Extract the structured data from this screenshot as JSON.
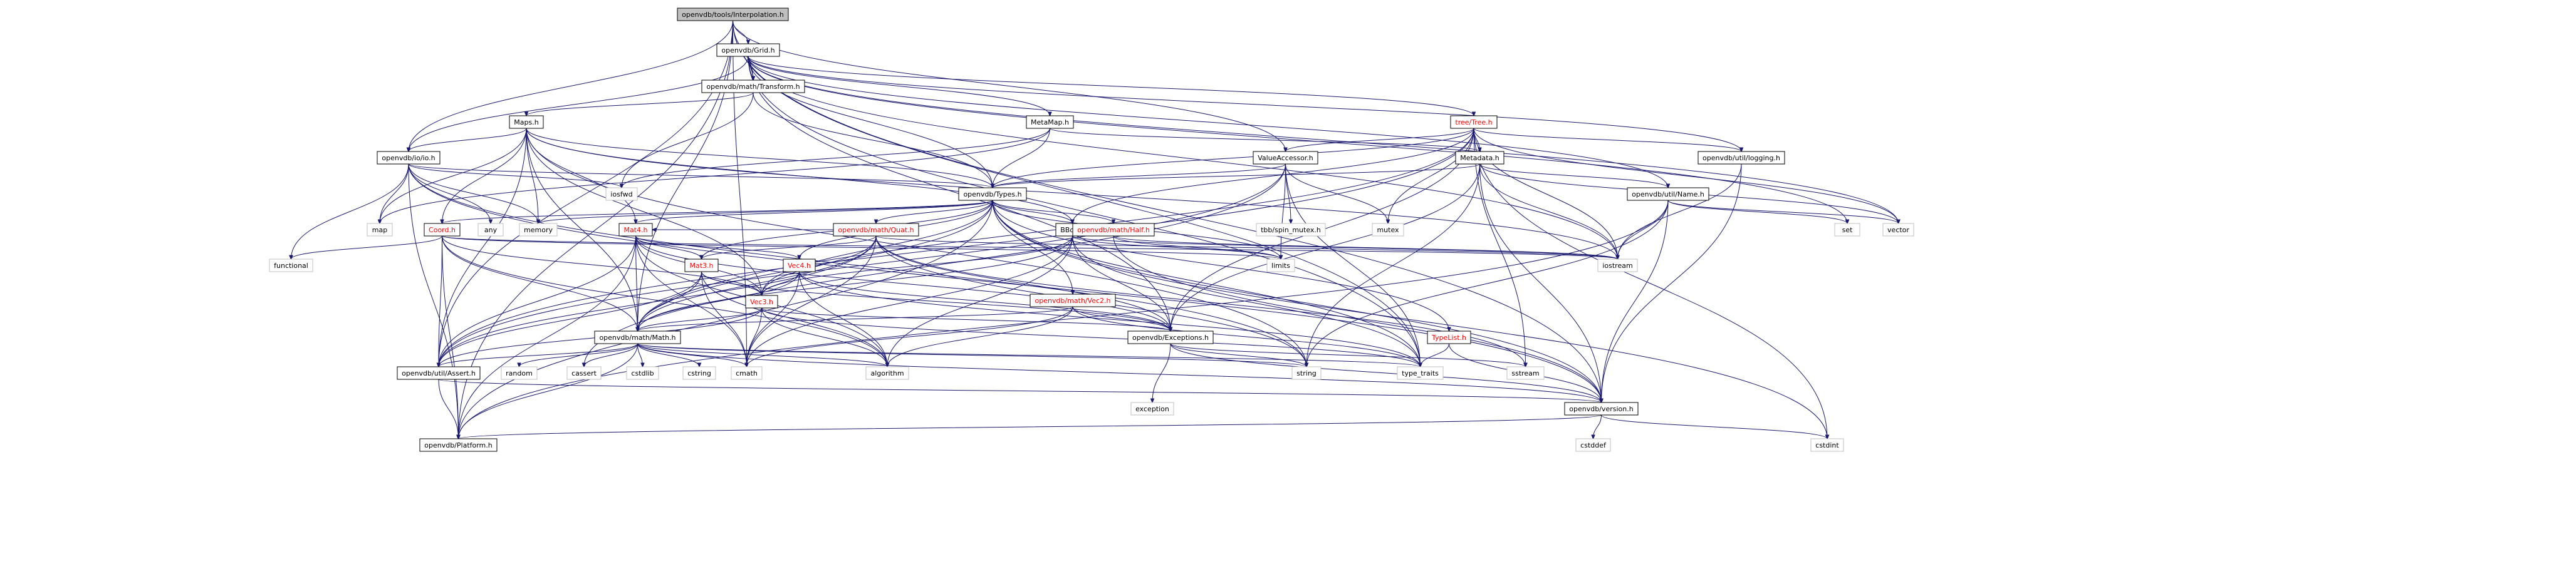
{
  "graph": {
    "nodes": [
      {
        "id": "interp",
        "label": "openvdb/tools/Interpolation.h",
        "style": "highlight"
      },
      {
        "id": "grid",
        "label": "openvdb/Grid.h",
        "style": "normal"
      },
      {
        "id": "transform",
        "label": "openvdb/math/Transform.h",
        "style": "normal"
      },
      {
        "id": "maps",
        "label": "Maps.h",
        "style": "normal"
      },
      {
        "id": "metamap",
        "label": "MetaMap.h",
        "style": "normal"
      },
      {
        "id": "tree",
        "label": "tree/Tree.h",
        "style": "red"
      },
      {
        "id": "valueacc",
        "label": "ValueAccessor.h",
        "style": "normal"
      },
      {
        "id": "metadata",
        "label": "Metadata.h",
        "style": "normal"
      },
      {
        "id": "logging",
        "label": "openvdb/util/logging.h",
        "style": "normal"
      },
      {
        "id": "io",
        "label": "openvdb/io/io.h",
        "style": "normal"
      },
      {
        "id": "types",
        "label": "openvdb/Types.h",
        "style": "normal"
      },
      {
        "id": "name",
        "label": "openvdb/util/Name.h",
        "style": "normal"
      },
      {
        "id": "coord",
        "label": "Coord.h",
        "style": "red"
      },
      {
        "id": "mat4",
        "label": "Mat4.h",
        "style": "red"
      },
      {
        "id": "bbox",
        "label": "BBox.h",
        "style": "normal"
      },
      {
        "id": "quat",
        "label": "openvdb/math/Quat.h",
        "style": "red"
      },
      {
        "id": "half",
        "label": "openvdb/math/Half.h",
        "style": "red"
      },
      {
        "id": "mat3",
        "label": "Mat3.h",
        "style": "red"
      },
      {
        "id": "vec4",
        "label": "Vec4.h",
        "style": "red"
      },
      {
        "id": "vec2",
        "label": "openvdb/math/Vec2.h",
        "style": "red"
      },
      {
        "id": "vec3",
        "label": "Vec3.h",
        "style": "red"
      },
      {
        "id": "math",
        "label": "openvdb/math/Math.h",
        "style": "normal"
      },
      {
        "id": "exceptions",
        "label": "openvdb/Exceptions.h",
        "style": "normal"
      },
      {
        "id": "typelist",
        "label": "TypeList.h",
        "style": "red"
      },
      {
        "id": "assert",
        "label": "openvdb/util/Assert.h",
        "style": "normal"
      },
      {
        "id": "version",
        "label": "openvdb/version.h",
        "style": "normal"
      },
      {
        "id": "platform",
        "label": "openvdb/Platform.h",
        "style": "normal"
      },
      {
        "id": "map",
        "label": "map",
        "style": "system"
      },
      {
        "id": "any",
        "label": "any",
        "style": "system"
      },
      {
        "id": "iosfwd",
        "label": "iosfwd",
        "style": "system"
      },
      {
        "id": "memory",
        "label": "memory",
        "style": "system"
      },
      {
        "id": "functional",
        "label": "functional",
        "style": "system"
      },
      {
        "id": "tbbspin",
        "label": "tbb/spin_mutex.h",
        "style": "system"
      },
      {
        "id": "mutex",
        "label": "mutex",
        "style": "system"
      },
      {
        "id": "set",
        "label": "set",
        "style": "system"
      },
      {
        "id": "vector",
        "label": "vector",
        "style": "system"
      },
      {
        "id": "iostream",
        "label": "iostream",
        "style": "system"
      },
      {
        "id": "limits",
        "label": "limits",
        "style": "system"
      },
      {
        "id": "algorithm",
        "label": "algorithm",
        "style": "system"
      },
      {
        "id": "cmath",
        "label": "cmath",
        "style": "system"
      },
      {
        "id": "string",
        "label": "string",
        "style": "system"
      },
      {
        "id": "typetraits",
        "label": "type_traits",
        "style": "system"
      },
      {
        "id": "sstream",
        "label": "sstream",
        "style": "system"
      },
      {
        "id": "random",
        "label": "random",
        "style": "system"
      },
      {
        "id": "cassert",
        "label": "cassert",
        "style": "system"
      },
      {
        "id": "cstdlib",
        "label": "cstdlib",
        "style": "system"
      },
      {
        "id": "cstring",
        "label": "cstring",
        "style": "system"
      },
      {
        "id": "exception",
        "label": "exception",
        "style": "system"
      },
      {
        "id": "cstddef",
        "label": "cstddef",
        "style": "system"
      },
      {
        "id": "cstdint",
        "label": "cstdint",
        "style": "system"
      }
    ],
    "edges": [
      [
        "interp",
        "grid"
      ],
      [
        "interp",
        "transform"
      ],
      [
        "interp",
        "valueacc"
      ],
      [
        "interp",
        "math"
      ],
      [
        "interp",
        "assert"
      ],
      [
        "interp",
        "platform"
      ],
      [
        "interp",
        "version"
      ],
      [
        "interp",
        "cmath"
      ],
      [
        "interp",
        "typetraits"
      ],
      [
        "interp",
        "io"
      ],
      [
        "grid",
        "transform"
      ],
      [
        "grid",
        "metamap"
      ],
      [
        "grid",
        "tree"
      ],
      [
        "grid",
        "exceptions"
      ],
      [
        "grid",
        "types"
      ],
      [
        "grid",
        "logging"
      ],
      [
        "grid",
        "name"
      ],
      [
        "grid",
        "iostream"
      ],
      [
        "grid",
        "set"
      ],
      [
        "grid",
        "vector"
      ],
      [
        "grid",
        "typetraits"
      ],
      [
        "grid",
        "io"
      ],
      [
        "transform",
        "maps"
      ],
      [
        "transform",
        "types"
      ],
      [
        "transform",
        "iosfwd"
      ],
      [
        "maps",
        "math"
      ],
      [
        "maps",
        "mat4"
      ],
      [
        "maps",
        "vec3"
      ],
      [
        "maps",
        "bbox"
      ],
      [
        "maps",
        "coord"
      ],
      [
        "maps",
        "io"
      ],
      [
        "maps",
        "types"
      ],
      [
        "maps",
        "assert"
      ],
      [
        "maps",
        "map"
      ],
      [
        "maps",
        "string"
      ],
      [
        "maps",
        "memory"
      ],
      [
        "maps",
        "iostream"
      ],
      [
        "metamap",
        "metadata"
      ],
      [
        "metamap",
        "types"
      ],
      [
        "metamap",
        "iosfwd"
      ],
      [
        "metamap",
        "map"
      ],
      [
        "tree",
        "types"
      ],
      [
        "tree",
        "valueacc"
      ],
      [
        "tree",
        "metadata"
      ],
      [
        "tree",
        "logging"
      ],
      [
        "tree",
        "mutex"
      ],
      [
        "tree",
        "iostream"
      ],
      [
        "tree",
        "vector"
      ],
      [
        "tree",
        "sstream"
      ],
      [
        "tree",
        "cstdint"
      ],
      [
        "tree",
        "bbox"
      ],
      [
        "tree",
        "assert"
      ],
      [
        "tree",
        "math"
      ],
      [
        "tree",
        "exceptions"
      ],
      [
        "valueacc",
        "types"
      ],
      [
        "valueacc",
        "tbbspin"
      ],
      [
        "valueacc",
        "mutex"
      ],
      [
        "valueacc",
        "cassert"
      ],
      [
        "valueacc",
        "typetraits"
      ],
      [
        "valueacc",
        "assert"
      ],
      [
        "valueacc",
        "limits"
      ],
      [
        "metadata",
        "types"
      ],
      [
        "metadata",
        "exceptions"
      ],
      [
        "metadata",
        "name"
      ],
      [
        "metadata",
        "iostream"
      ],
      [
        "metadata",
        "string"
      ],
      [
        "metadata",
        "vector"
      ],
      [
        "metadata",
        "version"
      ],
      [
        "logging",
        "iostream"
      ],
      [
        "logging",
        "version"
      ],
      [
        "io",
        "types"
      ],
      [
        "io",
        "version"
      ],
      [
        "io",
        "platform"
      ],
      [
        "io",
        "any"
      ],
      [
        "io",
        "functional"
      ],
      [
        "io",
        "iosfwd"
      ],
      [
        "io",
        "map"
      ],
      [
        "io",
        "memory"
      ],
      [
        "io",
        "string"
      ],
      [
        "types",
        "version"
      ],
      [
        "types",
        "platform"
      ],
      [
        "types",
        "typelist"
      ],
      [
        "types",
        "half"
      ],
      [
        "types",
        "math"
      ],
      [
        "types",
        "bbox"
      ],
      [
        "types",
        "quat"
      ],
      [
        "types",
        "vec2"
      ],
      [
        "types",
        "vec3"
      ],
      [
        "types",
        "vec4"
      ],
      [
        "types",
        "mat3"
      ],
      [
        "types",
        "mat4"
      ],
      [
        "types",
        "coord"
      ],
      [
        "types",
        "memory"
      ],
      [
        "types",
        "typetraits"
      ],
      [
        "types",
        "limits"
      ],
      [
        "types",
        "cstdint"
      ],
      [
        "name",
        "version"
      ],
      [
        "name",
        "platform"
      ],
      [
        "name",
        "string"
      ],
      [
        "name",
        "iostream"
      ],
      [
        "name",
        "set"
      ],
      [
        "name",
        "vector"
      ],
      [
        "coord",
        "math"
      ],
      [
        "coord",
        "vec3"
      ],
      [
        "coord",
        "platform"
      ],
      [
        "coord",
        "assert"
      ],
      [
        "coord",
        "functional"
      ],
      [
        "coord",
        "iostream"
      ],
      [
        "coord",
        "limits"
      ],
      [
        "coord",
        "algorithm"
      ],
      [
        "mat4",
        "math"
      ],
      [
        "mat4",
        "mat3"
      ],
      [
        "mat4",
        "vec3"
      ],
      [
        "mat4",
        "vec4"
      ],
      [
        "mat4",
        "exceptions"
      ],
      [
        "mat4",
        "platform"
      ],
      [
        "mat4",
        "assert"
      ],
      [
        "mat4",
        "iomanip"
      ],
      [
        "mat4",
        "algorithm"
      ],
      [
        "mat4",
        "cmath"
      ],
      [
        "bbox",
        "math"
      ],
      [
        "bbox",
        "vec3"
      ],
      [
        "bbox",
        "exceptions"
      ],
      [
        "bbox",
        "algorithm"
      ],
      [
        "bbox",
        "cmath"
      ],
      [
        "bbox",
        "iostream"
      ],
      [
        "bbox",
        "limits"
      ],
      [
        "bbox",
        "typetraits"
      ],
      [
        "quat",
        "mat3"
      ],
      [
        "quat",
        "mat4"
      ],
      [
        "quat",
        "math"
      ],
      [
        "quat",
        "vec3"
      ],
      [
        "quat",
        "exceptions"
      ],
      [
        "quat",
        "assert"
      ],
      [
        "quat",
        "cmath"
      ],
      [
        "quat",
        "iostream"
      ],
      [
        "quat",
        "sstream"
      ],
      [
        "quat",
        "string"
      ],
      [
        "half",
        "iostream"
      ],
      [
        "half",
        "limits"
      ],
      [
        "half",
        "version"
      ],
      [
        "mat3",
        "vec3"
      ],
      [
        "mat3",
        "math"
      ],
      [
        "mat3",
        "exceptions"
      ],
      [
        "mat3",
        "assert"
      ],
      [
        "mat3",
        "algorithm"
      ],
      [
        "mat3",
        "cmath"
      ],
      [
        "vec4",
        "vec3"
      ],
      [
        "vec4",
        "math"
      ],
      [
        "vec4",
        "exceptions"
      ],
      [
        "vec4",
        "algorithm"
      ],
      [
        "vec4",
        "cmath"
      ],
      [
        "vec4",
        "typetraits"
      ],
      [
        "vec2",
        "math"
      ],
      [
        "vec2",
        "exceptions"
      ],
      [
        "vec2",
        "algorithm"
      ],
      [
        "vec2",
        "cmath"
      ],
      [
        "vec2",
        "typetraits"
      ],
      [
        "vec3",
        "math"
      ],
      [
        "vec3",
        "exceptions"
      ],
      [
        "vec3",
        "assert"
      ],
      [
        "vec3",
        "algorithm"
      ],
      [
        "vec3",
        "cmath"
      ],
      [
        "vec3",
        "typetraits"
      ],
      [
        "math",
        "assert"
      ],
      [
        "math",
        "platform"
      ],
      [
        "math",
        "version"
      ],
      [
        "math",
        "algorithm"
      ],
      [
        "math",
        "cmath"
      ],
      [
        "math",
        "random"
      ],
      [
        "math",
        "cassert"
      ],
      [
        "math",
        "cstdlib"
      ],
      [
        "math",
        "cstring"
      ],
      [
        "math",
        "string"
      ],
      [
        "math",
        "typetraits"
      ],
      [
        "exceptions",
        "version"
      ],
      [
        "exceptions",
        "exception"
      ],
      [
        "exceptions",
        "sstream"
      ],
      [
        "exceptions",
        "string"
      ],
      [
        "typelist",
        "version"
      ],
      [
        "typelist",
        "typetraits"
      ],
      [
        "assert",
        "version"
      ],
      [
        "assert",
        "platform"
      ],
      [
        "version",
        "platform"
      ],
      [
        "version",
        "cstddef"
      ],
      [
        "version",
        "cstdint"
      ]
    ]
  }
}
